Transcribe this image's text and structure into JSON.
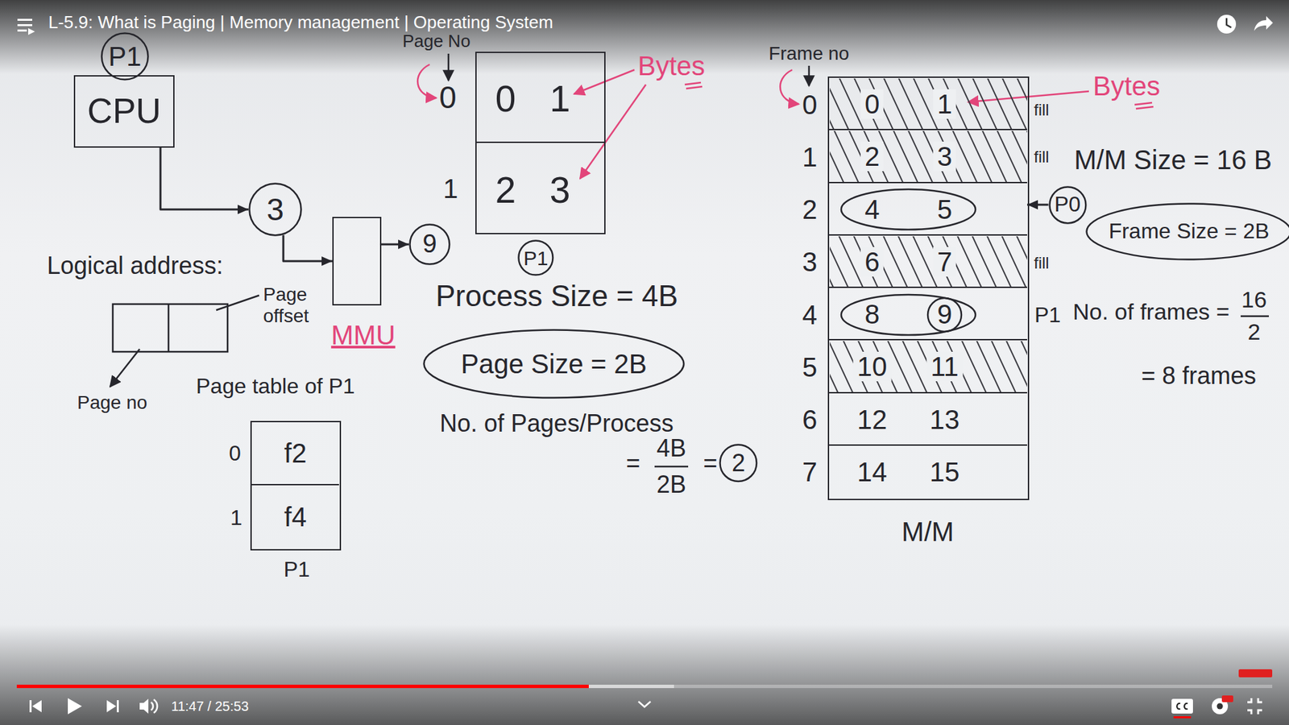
{
  "diagram": {
    "title": "L-5.9: What is Paging | Memory management | Operating System",
    "nodes": [
      {
        "text": [
          "P1"
        ]
      },
      {
        "text": [
          "CPU"
        ]
      },
      {
        "text": [
          "3"
        ]
      },
      {
        "text": [
          "MMU"
        ]
      },
      {
        "text": [
          "9"
        ]
      },
      {
        "text": [
          "P1"
        ]
      },
      {
        "text": [
          "f2"
        ],
        "in": 5
      },
      {
        "text": [
          "f4"
        ],
        "in": 5
      },
      {
        "text": [
          "0",
          "1"
        ]
      },
      {
        "text": [
          "2",
          "3"
        ]
      },
      {
        "text": [
          "P1"
        ]
      },
      {
        "text": [
          "Page Size = 2B"
        ]
      },
      {
        "text": [
          "2"
        ]
      },
      {
        "text": [
          "M/M"
        ]
      },
      {
        "text": [
          "0",
          "1"
        ],
        "in": 13
      },
      {
        "text": [
          "2",
          "3"
        ],
        "in": 13
      },
      {
        "text": [
          "4",
          "5"
        ],
        "in": 13
      },
      {
        "text": [
          "6",
          "7"
        ],
        "in": 13
      },
      {
        "text": [
          "8",
          "9"
        ],
        "in": 13
      },
      {
        "text": [
          "10",
          "11"
        ],
        "in": 13
      },
      {
        "text": [
          "12",
          "13"
        ],
        "in": 13
      },
      {
        "text": [
          "14",
          "15"
        ],
        "in": 13
      },
      {
        "text": [
          "P0"
        ]
      },
      {
        "text": [
          "Frame Size = 2B"
        ]
      }
    ],
    "edges": [
      {
        "from": 1,
        "to": 2,
        "arrow": "to"
      },
      {
        "from": 2,
        "to": 3,
        "arrow": "to"
      },
      {
        "from": 3,
        "to": 4,
        "arrow": "to"
      },
      {
        "from": 22,
        "to": 16,
        "arrow": "to"
      }
    ],
    "labels": [
      "Logical address:",
      "Page offset",
      "Page no",
      "Page table of P1",
      "0",
      "1",
      "Page No",
      "0",
      "1",
      "Bytes",
      "Process Size = 4B",
      "No. of Pages/Process",
      "=",
      "4B",
      "2B",
      "=",
      "Frame no",
      "0",
      "1",
      "2",
      "3",
      "4",
      "5",
      "6",
      "7",
      "Bytes",
      "fill",
      "fill",
      "fill",
      "P1",
      "M/M Size = 16 B",
      "No. of frames =",
      "16",
      "2",
      "= 8 frames",
      "11:47 / 25:53"
    ]
  }
}
